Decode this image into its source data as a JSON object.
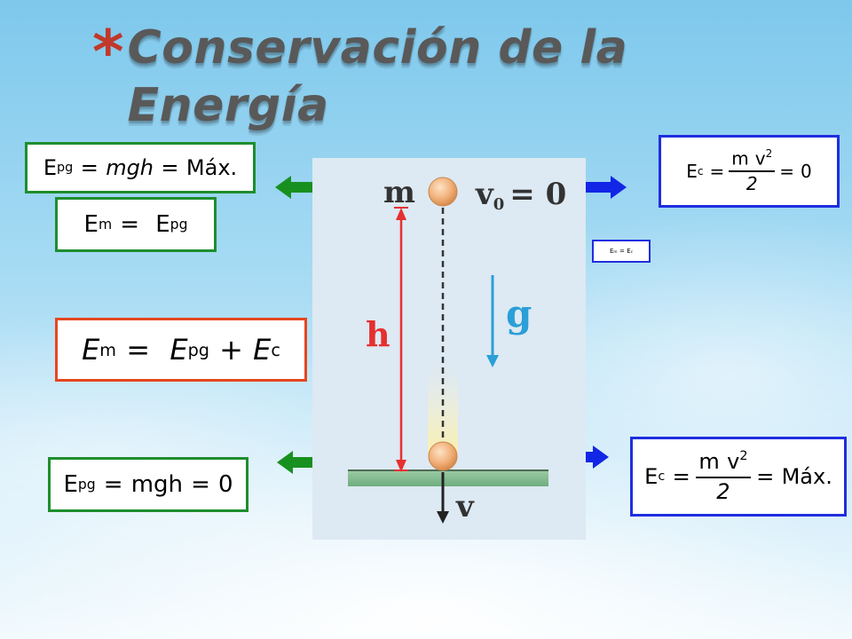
{
  "title": {
    "star": "*",
    "text": "Conservación de la Energía"
  },
  "formulas": {
    "top_left": {
      "lhs": "E",
      "lhs_sub": "pg",
      "rhs": "mgh",
      "end": "Máx."
    },
    "mid_left": {
      "lhs": "E",
      "lhs_sub": "m",
      "rhs": "E",
      "rhs_sub": "pg"
    },
    "center_left": {
      "lhs": "E",
      "lhs_sub": "m",
      "t1": "E",
      "t1_sub": "pg",
      "t2": "E",
      "t2_sub": "c"
    },
    "bottom_left": {
      "lhs": "E",
      "lhs_sub": "pg",
      "rhs": "mgh",
      "end": "0"
    },
    "top_right": {
      "lhs": "E",
      "lhs_sub": "c",
      "num_m": "m",
      "num_v": "v",
      "num_exp": "2",
      "den": "2",
      "end": "0"
    },
    "small_right": {
      "lhs": "E",
      "lhs_sub": "m",
      "rhs": "E",
      "rhs_sub": "c"
    },
    "bottom_right": {
      "lhs": "E",
      "lhs_sub": "c",
      "num_m": "m",
      "num_v": "v",
      "num_exp": "2",
      "den": "2",
      "end": "Máx."
    }
  },
  "diagram": {
    "mass_label": "m",
    "v0_label": "v",
    "v0_sub": "0",
    "v0_value": "= 0",
    "height_label": "h",
    "gravity_label": "g",
    "velocity_label": "v"
  },
  "colors": {
    "green_box": "#1e8e2e",
    "blue_box": "#1f2ee0",
    "orange_box": "#e6461e",
    "green_arrow": "#18901f",
    "blue_arrow": "#1226e6",
    "height_arrow": "#e53030",
    "gravity_arrow": "#2a9fd8",
    "ball": "#f2b27c",
    "ground": "#7cb88a"
  }
}
